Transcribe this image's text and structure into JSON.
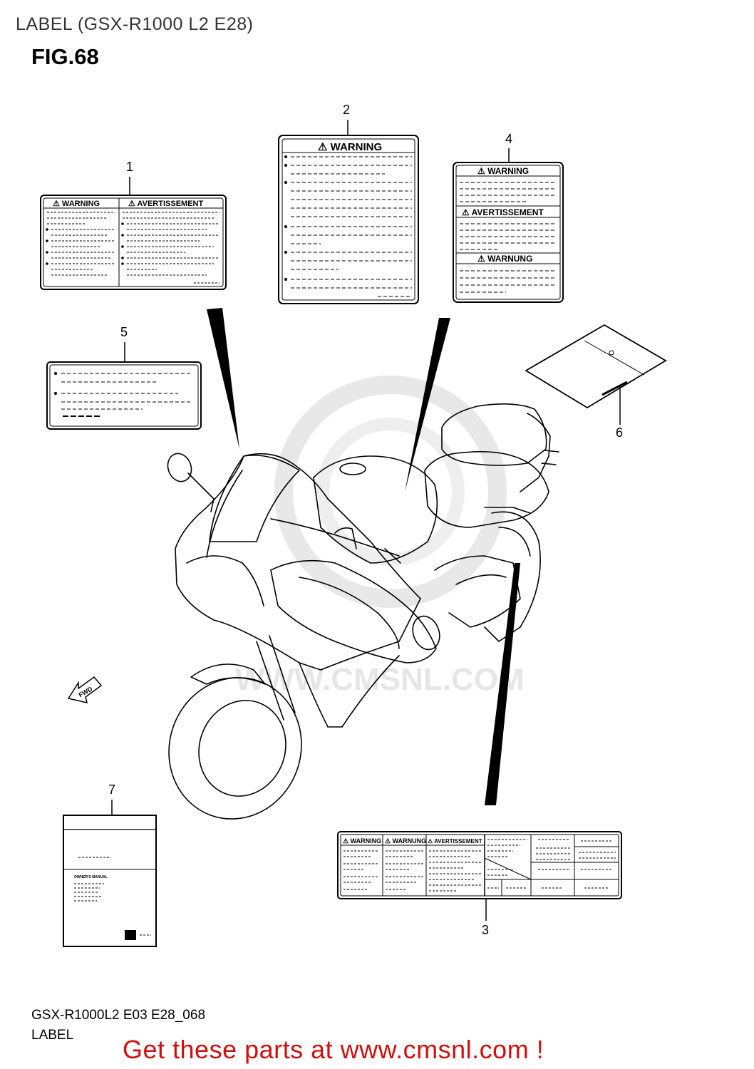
{
  "header": {
    "page_title": "LABEL (GSX-R1000 L2 E28)",
    "figure_title": "FIG.68"
  },
  "labels": {
    "part_numbers": [
      "1",
      "2",
      "3",
      "4",
      "5",
      "6",
      "7"
    ],
    "warning": "⚠ WARNING",
    "warning_short": "⚠ WARNING",
    "avertissement": "⚠ AVERTISSEMENT",
    "warnung": "⚠ WARNUNG",
    "warning_narrow": "⚠ WARNING",
    "warnung_narrow": "⚠ WARNUNG",
    "avertissement_narrow": "⚠ AVERTISSEMENT",
    "owners_manual": "OWNER'S MANUAL"
  },
  "watermark": {
    "text": "WWW.CMSNL.COM"
  },
  "direction_marker": {
    "text": "FWD"
  },
  "footer": {
    "diagram_code": "GSX-R1000L2 E03 E28_068",
    "caption": "LABEL"
  },
  "promo": {
    "text": "Get these parts at www.cmsnl.com !",
    "color": "#d01010"
  }
}
